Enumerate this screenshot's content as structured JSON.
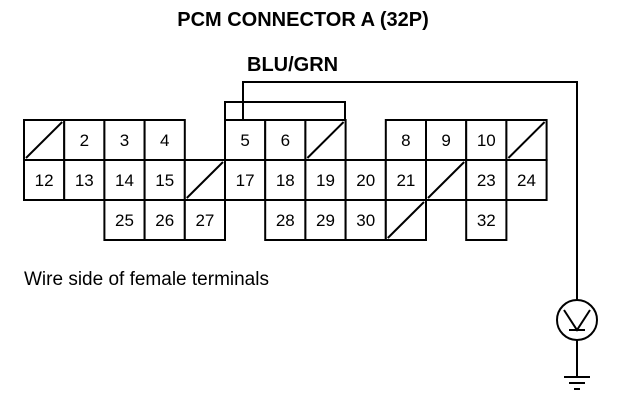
{
  "title": "PCM CONNECTOR A (32P)",
  "wire_label": "BLU/GRN",
  "caption": "Wire side of female terminals",
  "rows": [
    [
      "",
      "2",
      "3",
      "4",
      null,
      "5",
      "6",
      "",
      null,
      "8",
      "9",
      "10",
      ""
    ],
    [
      "12",
      "13",
      "14",
      "15",
      "",
      "17",
      "18",
      "19",
      "20",
      "21",
      "",
      "23",
      "24"
    ],
    [
      null,
      null,
      "25",
      "26",
      "27",
      null,
      "28",
      "29",
      "30",
      "",
      null,
      "32",
      null
    ]
  ],
  "probe_symbol": "voltmeter-icon",
  "ground_symbol": "ground-icon"
}
